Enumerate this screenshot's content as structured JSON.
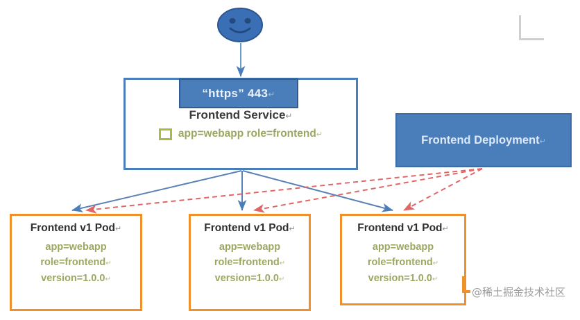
{
  "diagram": {
    "title": "Kubernetes Frontend Service and Deployment Diagram",
    "colors": {
      "service_border": "#4a7ebb",
      "https_fill": "#4a7ebb",
      "deployment_fill": "#4a7ebb",
      "pod_border": "#f0902b",
      "label_green": "#9aa860",
      "service_arrow": "#4a7ebb",
      "deployment_arrow": "#e06666",
      "user_icon": "#3a6fb5"
    }
  },
  "user": {
    "icon": "smiley-face-user-icon"
  },
  "service": {
    "port_label": "“https” 443",
    "port_pilcrow": "↵",
    "title": "Frontend Service",
    "title_pilcrow": "↵",
    "selector_icon": "selector-swatch-icon",
    "selector": "app=webapp role=frontend",
    "selector_pilcrow": "↵"
  },
  "deployment": {
    "title": "Frontend Deployment",
    "title_pilcrow": "↵"
  },
  "pods": [
    {
      "title": "Frontend v1 Pod",
      "title_pilcrow": "↵",
      "app": "app=webapp",
      "app_pilcrow": "",
      "role": "role=frontend",
      "role_pilcrow": "↵",
      "version": "version=1.0.0",
      "version_pilcrow": "↵"
    },
    {
      "title": "Frontend v1 Pod",
      "title_pilcrow": "↵",
      "app": "app=webapp",
      "app_pilcrow": "",
      "role": "role=frontend",
      "role_pilcrow": "↵",
      "version": "version=1.0.0",
      "version_pilcrow": "↵"
    },
    {
      "title": "Frontend v1 Pod",
      "title_pilcrow": "↵",
      "app": "app=webapp",
      "app_pilcrow": "",
      "role": "role=frontend",
      "role_pilcrow": "↵",
      "version": "version=1.0.0",
      "version_pilcrow": "↵"
    }
  ],
  "watermark": {
    "text": "@稀土掘金技术社区"
  },
  "connectors": {
    "user_to_service": "solid-blue-arrow",
    "service_to_pods": "solid-blue-arrow",
    "deployment_to_pods": "red-dashed-arrow"
  }
}
